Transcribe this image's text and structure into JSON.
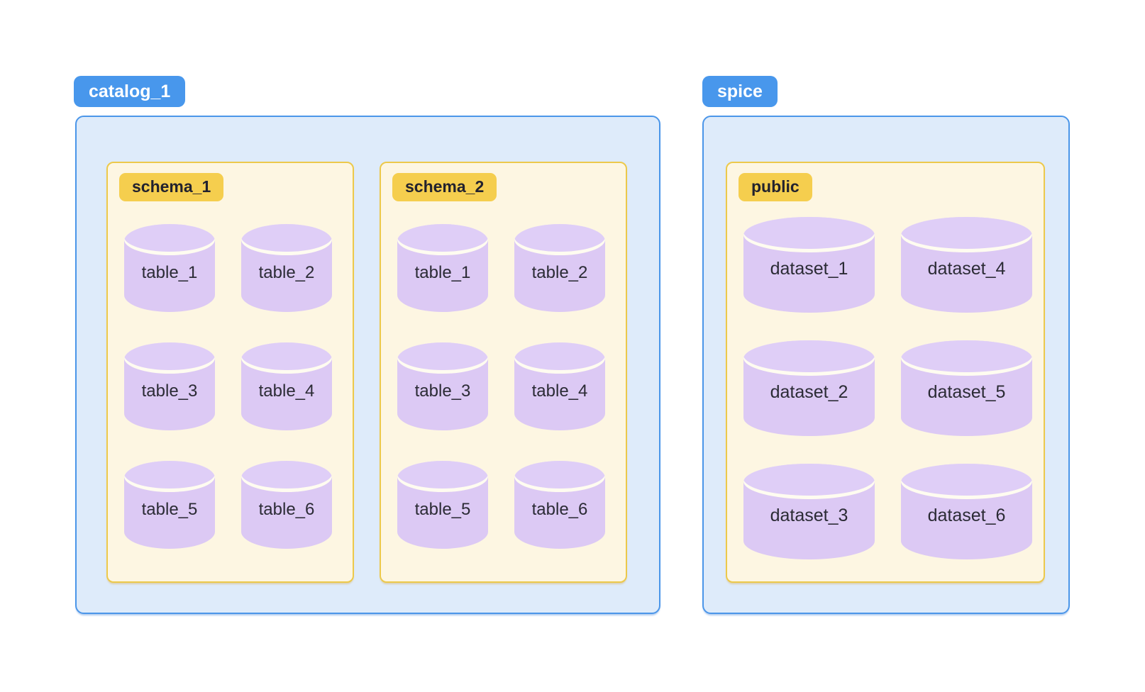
{
  "colors": {
    "catalog_pill_bg": "#4897EC",
    "catalog_pill_text": "#FFFFFF",
    "catalog_container_bg": "#DEEBFA",
    "catalog_container_border": "#4B96E9",
    "schema_pill_bg": "#F5CE4E",
    "schema_pill_text": "#22222E",
    "schema_box_bg": "#FDF6E2",
    "schema_box_border": "#ECC94B",
    "cylinder_body": "#DCC9F4",
    "cylinder_top": "#DFCEF7",
    "cylinder_rim_highlight": "#FFFCF0",
    "cylinder_text": "#2B2B35"
  },
  "catalogs": [
    {
      "name": "catalog_1",
      "schemas": [
        {
          "name": "schema_1",
          "tables": [
            "table_1",
            "table_2",
            "table_3",
            "table_4",
            "table_5",
            "table_6"
          ]
        },
        {
          "name": "schema_2",
          "tables": [
            "table_1",
            "table_2",
            "table_3",
            "table_4",
            "table_5",
            "table_6"
          ]
        }
      ]
    },
    {
      "name": "spice",
      "schemas": [
        {
          "name": "public",
          "tables": [
            "dataset_1",
            "dataset_2",
            "dataset_3",
            "dataset_4",
            "dataset_5",
            "dataset_6"
          ]
        }
      ]
    }
  ]
}
